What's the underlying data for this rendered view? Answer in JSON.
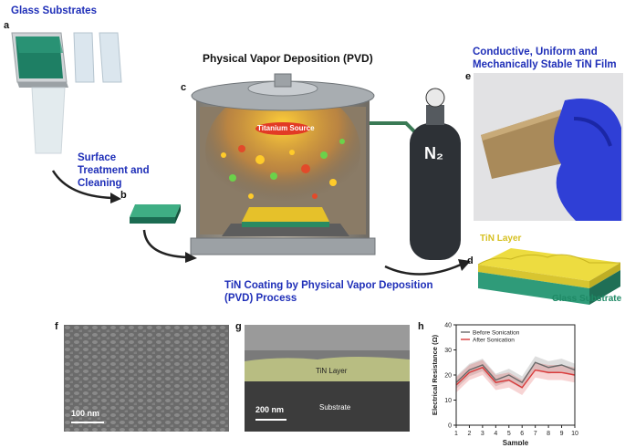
{
  "panels": {
    "a": {
      "letter": "a",
      "title": "Glass Substrates"
    },
    "b": {
      "letter": "b",
      "step_label": "Surface Treatment and Cleaning"
    },
    "c": {
      "letter": "c",
      "title": "Physical Vapor Deposition (PVD)",
      "source_label": "Titanium Source",
      "gas_label": "N₂"
    },
    "d": {
      "letter": "d",
      "tin_label": "TiN Layer",
      "glass_label": "Glass Substrate",
      "step_label": "TiN Coating by Physical Vapor Deposition (PVD) Process"
    },
    "e": {
      "letter": "e",
      "title": "Conductive, Uniform and Mechanically Stable TiN Film"
    },
    "f": {
      "letter": "f",
      "scale": "100 nm"
    },
    "g": {
      "letter": "g",
      "layer_label": "TiN Layer",
      "substrate_label": "Substrate",
      "scale": "200 nm"
    },
    "h": {
      "letter": "h"
    }
  },
  "colors": {
    "title_blue": "#1f2fb8",
    "tin_gold": "#e6d23a",
    "glass_green": "#2f9b79",
    "before_line": "#6a6a6a",
    "after_line": "#d93a3a"
  },
  "chart_data": {
    "type": "line",
    "xlabel": "Sample",
    "ylabel": "Electrical Resistance (Ω)",
    "xlim": [
      1,
      10
    ],
    "ylim": [
      0,
      40
    ],
    "xticks": [
      1,
      2,
      3,
      4,
      5,
      6,
      7,
      8,
      9,
      10
    ],
    "yticks": [
      0,
      10,
      20,
      30,
      40
    ],
    "legend": "top-left",
    "x": [
      1,
      2,
      3,
      4,
      5,
      6,
      7,
      8,
      9,
      10
    ],
    "series": [
      {
        "name": "Before Sonication",
        "values": [
          17,
          22,
          24,
          18,
          20,
          17,
          25,
          23,
          24,
          22
        ],
        "band": 2.5
      },
      {
        "name": "After Sonication",
        "values": [
          16,
          21,
          23,
          17,
          18,
          15,
          22,
          21,
          21,
          20
        ],
        "band": 3
      }
    ]
  }
}
